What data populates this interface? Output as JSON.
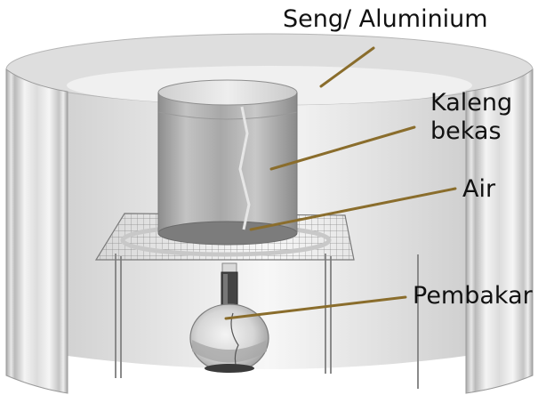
{
  "labels": {
    "seng": "Seng/ Aluminium",
    "kaleng_line1": "Kaleng",
    "kaleng_line2": "bekas",
    "air": "Air",
    "pembakar": "Pembakar"
  },
  "colors": {
    "leader_line": "#8a6d2c",
    "metal_light": "#f2f2f2",
    "metal_dark": "#9a9a9a",
    "water": "#9c9c9c",
    "wire": "#7a7a7a"
  },
  "icons": {
    "scene": "solar-water-heater-apparatus"
  }
}
